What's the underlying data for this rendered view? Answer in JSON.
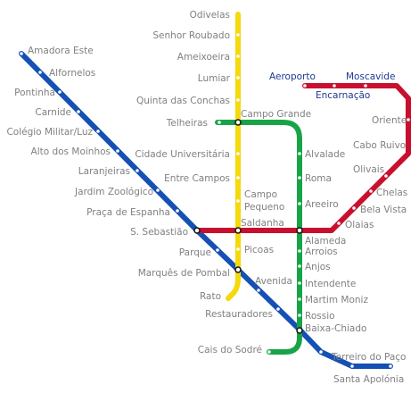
{
  "colors": {
    "yellow": "#f5d90a",
    "green": "#19a347",
    "blue": "#1550b4",
    "red": "#c8102e",
    "label": "#808080",
    "label_airport": "#1f3a93"
  },
  "stations": {
    "odivelas": "Odivelas",
    "senhor_roubado": "Senhor Roubado",
    "ameixoeira": "Ameixoeira",
    "lumiar": "Lumiar",
    "quinta_das_conchas": "Quinta das Conchas",
    "telheiras": "Telheiras",
    "campo_grande": "Campo Grande",
    "cidade_universitaria": "Cidade Universitária",
    "entre_campos": "Entre Campos",
    "campo_pequeno_1": "Campo",
    "campo_pequeno_2": "Pequeno",
    "saldanha": "Saldanha",
    "picoas": "Picoas",
    "marques_de_pombal": "Marquês de Pombal",
    "avenida": "Avenida",
    "restauradores": "Restauradores",
    "rossio": "Rossio",
    "baixa_chiado": "Baixa-Chiado",
    "cais_do_sodre": "Cais do Sodré",
    "terreiro_do_paco": "Terreiro do Paço",
    "santa_apolonia": "Santa Apolónia",
    "rato": "Rato",
    "amadora_este": "Amadora Este",
    "alfornelos": "Alfornelos",
    "pontinha": "Pontinha",
    "carnide": "Carnide",
    "colegio_militar": "Colégio Militar/Luz",
    "alto_dos_moinhos": "Alto dos Moinhos",
    "laranjeiras": "Laranjeiras",
    "jardim_zoologico": "Jardim Zoológico",
    "praca_de_espanha": "Praça de Espanha",
    "s_sebastiao": "S. Sebastião",
    "parque": "Parque",
    "alvalade": "Alvalade",
    "roma": "Roma",
    "areeiro": "Areeiro",
    "alameda": "Alameda",
    "arroios": "Arroios",
    "anjos": "Anjos",
    "intendente": "Intendente",
    "martim_moniz": "Martim Moniz",
    "aeroporto": "Aeroporto",
    "encarnacao": "Encarnação",
    "moscavide": "Moscavide",
    "oriente": "Oriente",
    "cabo_ruivo": "Cabo Ruivo",
    "olivais": "Olivais",
    "chelas": "Chelas",
    "bela_vista": "Bela Vista",
    "olaias": "Olaias"
  }
}
